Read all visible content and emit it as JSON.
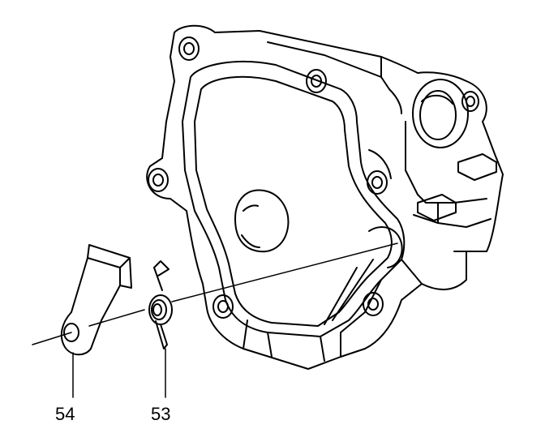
{
  "diagram": {
    "callouts": [
      {
        "id": "54",
        "label": "54"
      },
      {
        "id": "53",
        "label": "53"
      }
    ]
  },
  "colors": {
    "line": "#000000",
    "background": "#ffffff"
  }
}
